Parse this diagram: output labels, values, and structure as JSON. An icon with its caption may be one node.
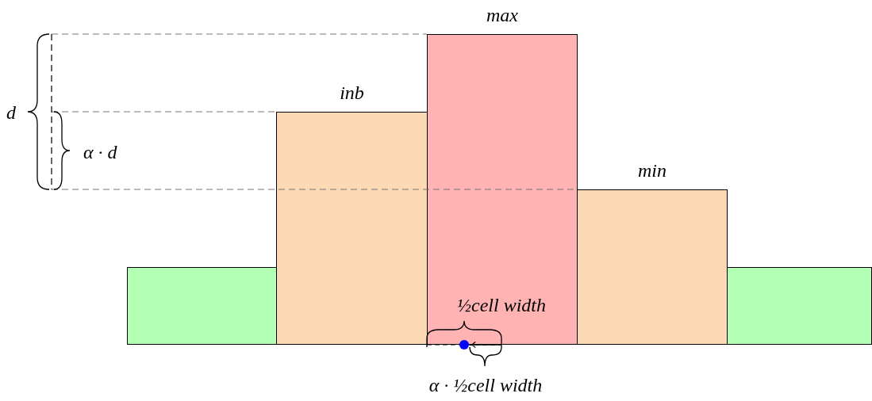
{
  "diagram": {
    "nodes": [
      {
        "text": [],
        "shape": "bar"
      },
      {
        "text": [
          "inb"
        ]
      },
      {
        "text": [
          "max"
        ]
      },
      {
        "text": [
          "min"
        ]
      },
      {
        "text": [],
        "shape": "bar"
      },
      {
        "text": [],
        "shape": "circle"
      }
    ],
    "edges": [
      {
        "from": 2,
        "to": 5,
        "arrow": "to"
      }
    ],
    "labels": [
      "d",
      "α · d",
      "½cell width",
      "α · ½cell width"
    ]
  }
}
